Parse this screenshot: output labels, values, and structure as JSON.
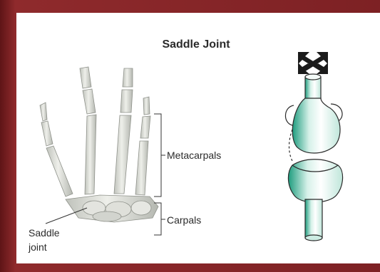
{
  "figure": {
    "title": "Saddle Joint",
    "labels": {
      "metacarpals": "Metacarpals",
      "carpals": "Carpals",
      "saddle_joint_line1": "Saddle",
      "saddle_joint_line2": "joint"
    },
    "icons": {
      "movement_arrows": "cross-arrows-icon"
    },
    "colors": {
      "frame": "#7d2124",
      "background": "#ffffff",
      "bone": "#e6e7e2",
      "bone_shadow": "#b9bcb4",
      "joint_teal": "#3bb79a",
      "text": "#2b2b2b"
    }
  }
}
